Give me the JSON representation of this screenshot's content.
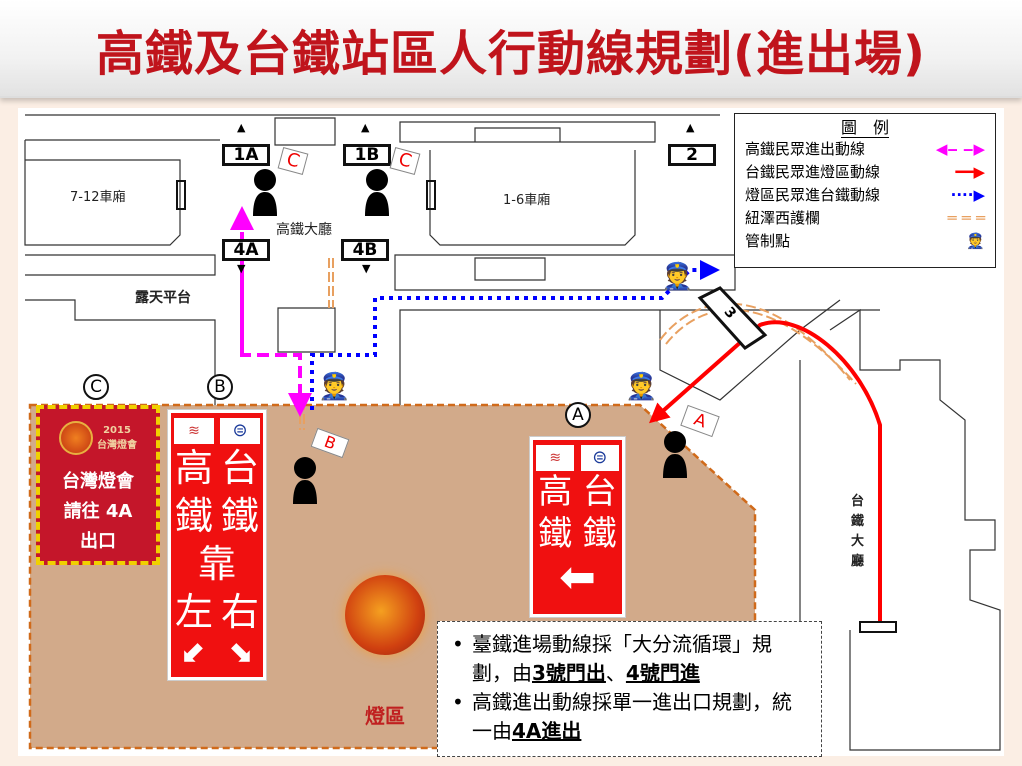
{
  "title": "高鐵及台鐵站區人行動線規劃(進出場)",
  "map": {
    "gates": {
      "g1a": "1A",
      "g1b": "1B",
      "g2": "2",
      "g4a": "4A",
      "g4b": "4B",
      "g3": "3"
    },
    "areas": {
      "cars_7_12": "7-12車廂",
      "cars_1_6": "1-6車廂",
      "hsr_hall": "高鐵大廳",
      "terrace": "露天平台",
      "tra_hall": "台鐵大廳",
      "lantern_area": "燈區"
    },
    "markers": {
      "a": "A",
      "b": "B",
      "c": "C"
    },
    "flags": {
      "flag_c1": "C",
      "flag_c2": "C",
      "flag_b": "B",
      "flag_a": "A"
    }
  },
  "sign_c": {
    "logo_text": "2015 台灣燈會",
    "line1": "台灣燈會",
    "line2": "請往 4A",
    "line3": "出口"
  },
  "sign_b": {
    "col1": "高鐵",
    "col2": "台鐵",
    "line3": "靠",
    "line4a": "左",
    "line4b": "右"
  },
  "sign_a": {
    "col1": "高鐵",
    "col2": "台鐵"
  },
  "legend": {
    "title": "圖　例",
    "items": [
      {
        "label": "高鐵民眾進出動線",
        "color": "#ff00ff"
      },
      {
        "label": "台鐵民眾進燈區動線",
        "color": "#ff0000"
      },
      {
        "label": "燈區民眾進台鐵動線",
        "color": "#0000ff"
      },
      {
        "label": "紐澤西護欄",
        "color": "#e8a060"
      },
      {
        "label": "管制點"
      }
    ]
  },
  "note": {
    "b1_text": "臺鐵進場動線採「大分流循環」規劃，由",
    "b1_bold1": "3號門出",
    "b1_sep": "、",
    "b1_bold2": "4號門進",
    "b2_text": "高鐵進出動線採單一進出口規劃，統一由",
    "b2_bold": "4A進出"
  }
}
